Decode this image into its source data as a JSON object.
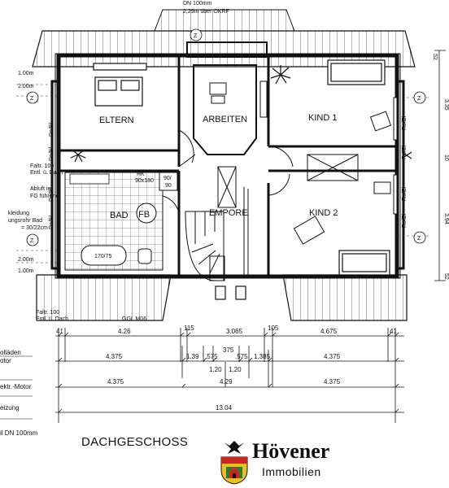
{
  "title": "DACHGESCHOSS",
  "brand": {
    "name": "Hövener",
    "sub": "Immobilien",
    "colors": {
      "red": "#c8281e",
      "green": "#2e7a3a",
      "yellow": "#e8c21a",
      "black": "#111111"
    }
  },
  "rooms": {
    "eltern": "ELTERN",
    "arbeiten": "ARBEITEN",
    "kind1": "KIND 1",
    "kind2": "KIND 2",
    "bad": "BAD",
    "fb": "FB",
    "empore": "EMPORE"
  },
  "notes": {
    "top1": "DN 100mm",
    "top2": "2,29m über OKRF",
    "faltr_top_1": "Faltr. 100",
    "faltr_top_2": "Entl. ü. Dach",
    "abluft1": "Abluft ins",
    "abluft2": "FG führend",
    "bekl1": "kleidung",
    "bekl2": "ungsrohr Bad",
    "bekl3": "= 30/22cm",
    "faltr_bot_1": "Faltr. 100",
    "faltr_bot_2": "Entl. ü. Dach",
    "ggl": "GGL M06",
    "hk": "HK",
    "dusche": "90x180",
    "wanne_a": "90/",
    "wanne_b": "90",
    "tub": "170/75",
    "roel": "Ro/El",
    "z": "Z"
  },
  "left_marks": [
    "1.00m",
    "2.00m",
    "2.00m",
    "1.00m"
  ],
  "right_marks": [
    "52",
    "3.35",
    "10",
    "3.94",
    "52"
  ],
  "dims": {
    "r1": [
      "41",
      "4.26",
      "115",
      "3.065",
      "105",
      "4.675",
      "41"
    ],
    "r2a": [
      "4.375",
      "1.39",
      ".575",
      "375",
      ".575",
      "1.385",
      "4.375"
    ],
    "r2b": [
      "1.20",
      "1.20"
    ],
    "r3": [
      "4.375",
      "4.29",
      "4.375"
    ],
    "r4": [
      "13.04"
    ]
  },
  "legend": [
    "olläden",
    "otor",
    "ektr.-Motor",
    "eizung",
    "il DN 100mm"
  ]
}
